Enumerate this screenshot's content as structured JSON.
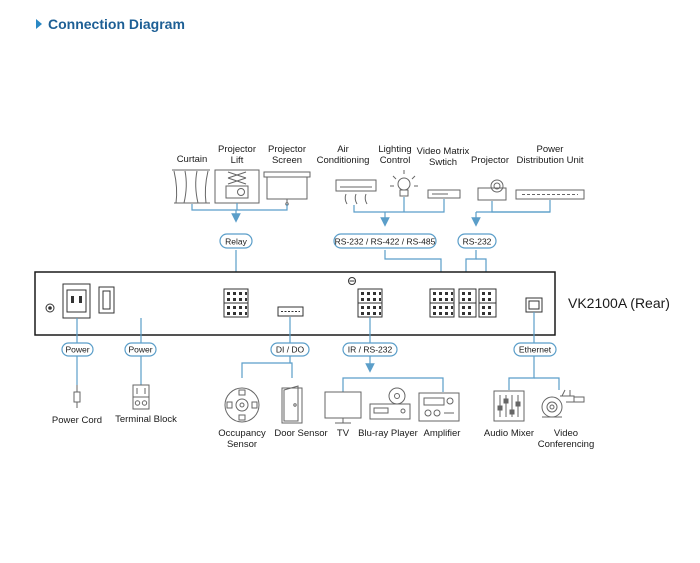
{
  "header": {
    "title": "Connection Diagram"
  },
  "device": {
    "label": "VK2100A (Rear)"
  },
  "interfaces": {
    "relay": "Relay",
    "rs_multi": "RS-232 / RS-422 / RS-485",
    "rs232": "RS-232",
    "power1": "Power",
    "power2": "Power",
    "dido": "DI / DO",
    "ir": "IR / RS-232",
    "ethernet": "Ethernet"
  },
  "devices_top": {
    "curtain": "Curtain",
    "projector_lift": [
      "Projector",
      "Lift"
    ],
    "projector_screen": [
      "Projector",
      "Screen"
    ],
    "air_conditioning": [
      "Air",
      "Conditioning"
    ],
    "lighting_control": [
      "Lighting",
      "Control"
    ],
    "video_matrix": [
      "Video Matrix",
      "Swtich"
    ],
    "projector": "Projector",
    "pdu": [
      "Power",
      "Distribution Unit"
    ]
  },
  "devices_bottom": {
    "power_cord": "Power Cord",
    "terminal_block": "Terminal Block",
    "occupancy_sensor": [
      "Occupancy",
      "Sensor"
    ],
    "door_sensor": "Door Sensor",
    "tv": "TV",
    "bluray": "Blu-ray Player",
    "amplifier": "Amplifier",
    "audio_mixer": "Audio Mixer",
    "video_conferencing": [
      "Video",
      "Conferencing"
    ]
  },
  "colors": {
    "accent": "#2a88c4",
    "title": "#1d5f95",
    "line": "#5b9ec9",
    "icon": "#666666"
  }
}
